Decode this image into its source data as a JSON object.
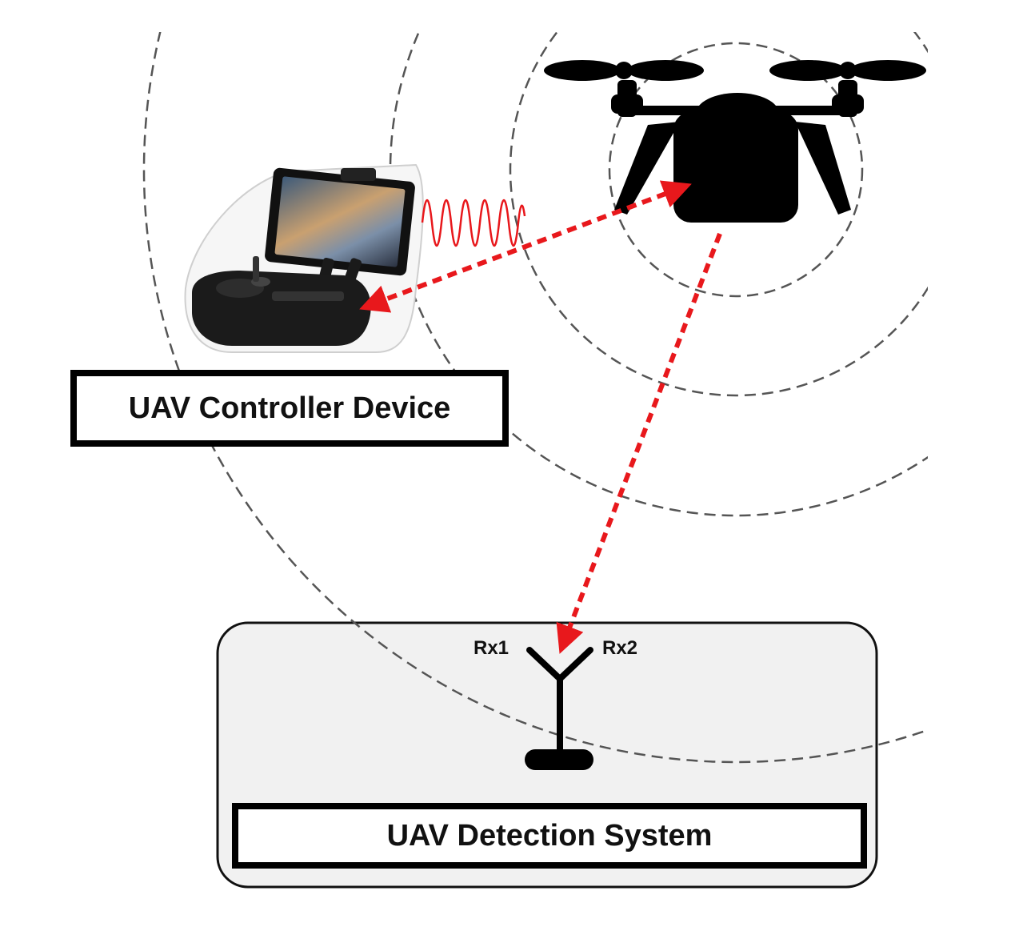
{
  "labels": {
    "controller": "UAV Controller Device",
    "detection": "UAV Detection System",
    "rx1": "Rx1",
    "rx2": "Rx2"
  },
  "colors": {
    "link_arrow": "#e8181c",
    "rf_wave": "#e8181c",
    "range_circles": "#555555",
    "detection_panel": "#f1f1f1",
    "drone": "#000000"
  },
  "icons": {
    "drone": "quadcopter-drone-icon",
    "controller": "remote-controller-with-tablet-icon",
    "antenna": "y-antenna-icon",
    "signal": "rf-wave-icon"
  }
}
